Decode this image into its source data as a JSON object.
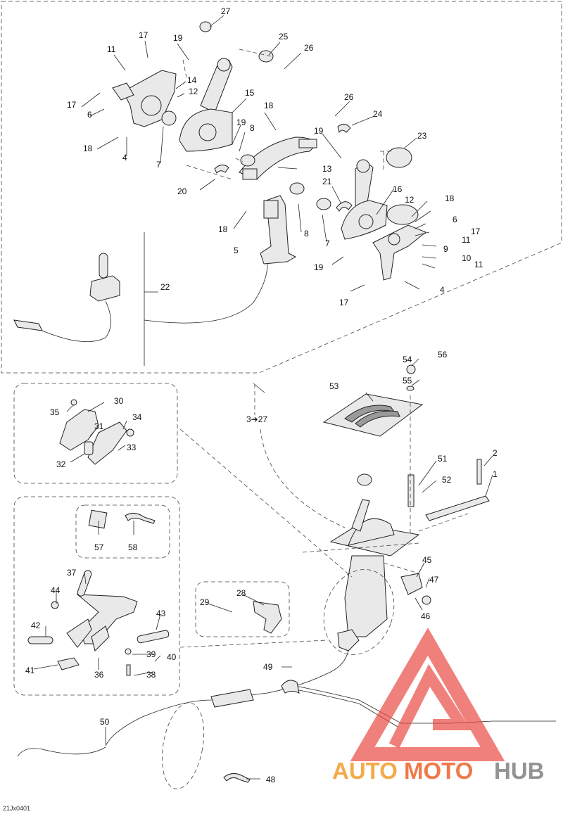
{
  "labels_top": [
    "27",
    "17",
    "19",
    "25",
    "26",
    "11",
    "14",
    "12",
    "15",
    "17",
    "6",
    "18",
    "4",
    "7",
    "26",
    "24",
    "18",
    "19",
    "8",
    "19",
    "23",
    "13",
    "20",
    "21",
    "16",
    "18",
    "12",
    "18",
    "6",
    "17",
    "8",
    "5",
    "7",
    "11",
    "9",
    "10",
    "11",
    "19",
    "4",
    "17",
    "22"
  ],
  "labels_bottom": [
    "54",
    "56",
    "55",
    "53",
    "3➔27",
    "30",
    "35",
    "31",
    "34",
    "33",
    "32",
    "51",
    "52",
    "2",
    "1",
    "57",
    "58",
    "37",
    "45",
    "47",
    "46",
    "28",
    "44",
    "29",
    "43",
    "42",
    "39",
    "40",
    "41",
    "36",
    "38",
    "49",
    "50",
    "48"
  ],
  "figure_code": "21Jx0401",
  "watermark": {
    "part1": "AUTO",
    "part2": "MOTO",
    "part3": "HUB",
    "colors": {
      "triangle": "#e8473f",
      "auto": "#f4a33a",
      "moto": "#ee6f39",
      "hub": "#8a8a8a"
    }
  }
}
